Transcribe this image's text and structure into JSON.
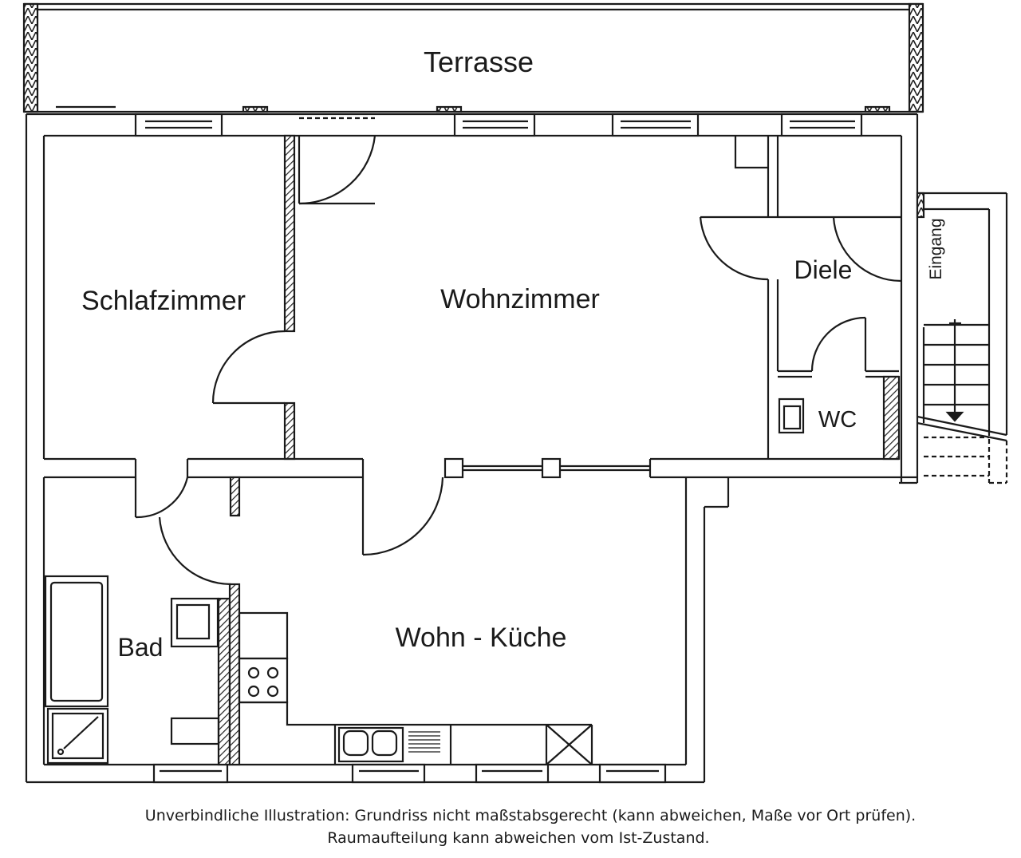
{
  "rooms": {
    "terrace": "Terrasse",
    "bedroom": "Schlafzimmer",
    "living_room": "Wohnzimmer",
    "hall": "Diele",
    "entrance": "Eingang",
    "wc": "WC",
    "bathroom": "Bad",
    "kitchen_living": "Wohn - Küche"
  },
  "disclaimer": {
    "line1": "Unverbindliche Illustration: Grundriss nicht maßstabsgerecht (kann abweichen, Maße vor Ort prüfen).",
    "line2": "Raumaufteilung kann abweichen vom Ist-Zustand."
  }
}
